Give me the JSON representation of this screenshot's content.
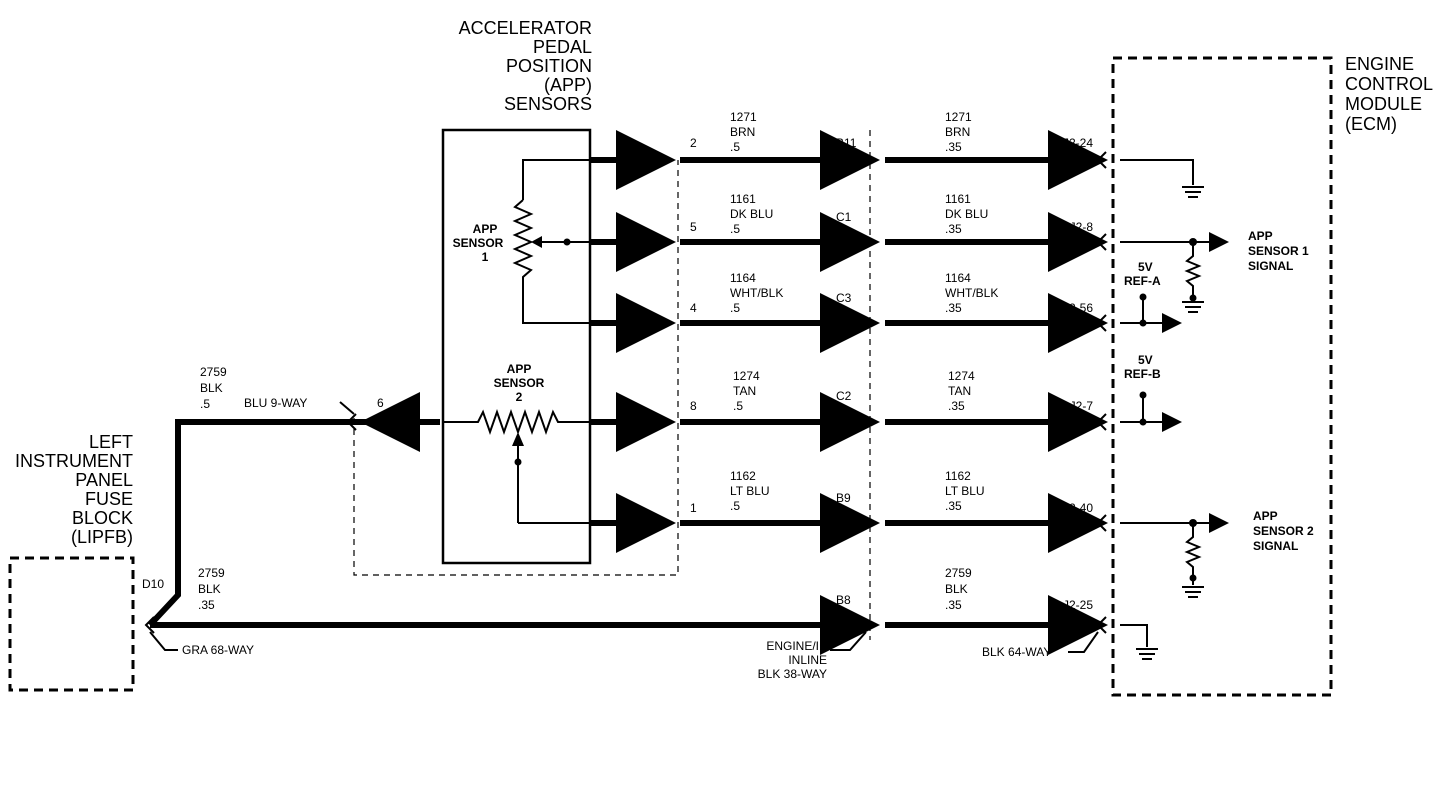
{
  "labels": {
    "app_sensors_title": [
      "ACCELERATOR",
      "PEDAL",
      "POSITION",
      "(APP)",
      "SENSORS"
    ],
    "ecm_title": [
      "ENGINE",
      "CONTROL",
      "MODULE",
      "(ECM)"
    ],
    "lipfb_title": [
      "LEFT",
      "INSTRUMENT",
      "PANEL",
      "FUSE",
      "BLOCK",
      "(LIPFB)"
    ],
    "app_sensor_1": [
      "APP",
      "SENSOR",
      "1"
    ],
    "app_sensor_2": [
      "APP",
      "SENSOR",
      "2"
    ],
    "five_v_ref_a": [
      "5V",
      "REF-A"
    ],
    "five_v_ref_b": [
      "5V",
      "REF-B"
    ],
    "app_sensor_1_signal": [
      "APP",
      "SENSOR 1",
      "SIGNAL"
    ],
    "app_sensor_2_signal": [
      "APP",
      "SENSOR 2",
      "SIGNAL"
    ],
    "blu_9_way": "BLU 9-WAY",
    "gra_68_way": "GRA 68-WAY",
    "blk_64_way": "BLK 64-WAY",
    "engine_ip_inline": [
      "ENGINE/IP",
      "INLINE",
      "BLK 38-WAY"
    ],
    "d10": "D10",
    "pin6": "6"
  },
  "circuits": [
    {
      "app_pin": "2",
      "left": [
        "1271",
        "BRN",
        ".5"
      ],
      "inline": "B11",
      "right": [
        "1271",
        "BRN",
        ".35"
      ],
      "ecm_pin": "J2-24"
    },
    {
      "app_pin": "5",
      "left": [
        "1161",
        "DK BLU",
        ".5"
      ],
      "inline": "C1",
      "right": [
        "1161",
        "DK BLU",
        ".35"
      ],
      "ecm_pin": "J2-8"
    },
    {
      "app_pin": "4",
      "left": [
        "1164",
        "WHT/BLK",
        ".5"
      ],
      "inline": "C3",
      "right": [
        "1164",
        "WHT/BLK",
        ".35"
      ],
      "ecm_pin": "J2-56"
    },
    {
      "app_pin": "8",
      "left": [
        "1274",
        "TAN",
        ".5"
      ],
      "inline": "C2",
      "right": [
        "1274",
        "TAN",
        ".35"
      ],
      "ecm_pin": "J2-7"
    },
    {
      "app_pin": "1",
      "left": [
        "1162",
        "LT BLU",
        ".5"
      ],
      "inline": "B9",
      "right": [
        "1162",
        "LT BLU",
        ".35"
      ],
      "ecm_pin": "J2-40"
    },
    {
      "app_pin": "",
      "left": [
        "2759",
        "BLK",
        ".35"
      ],
      "inline": "B8",
      "right": [
        "2759",
        "BLK",
        ".35"
      ],
      "ecm_pin": "J2-25"
    }
  ],
  "lipfb_wire": [
    "2759",
    "BLK",
    ".5"
  ]
}
